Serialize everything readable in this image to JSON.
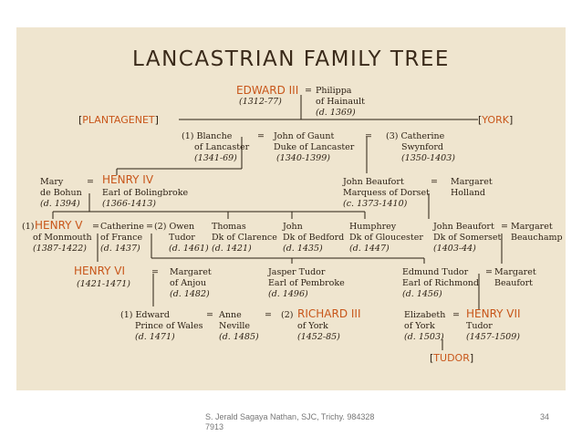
{
  "title": "LANCASTRIAN FAMILY TREE",
  "edward_iii": {
    "name": "EDWARD III",
    "dates": "(1312-77)"
  },
  "philippa": {
    "line1": "Philippa",
    "line2": "of Hainault",
    "dates": "(d. 1369)"
  },
  "plantagenet": {
    "open": "[",
    "name": "PLANTAGENET",
    "close": "]"
  },
  "york": {
    "open": "[",
    "name": "YORK",
    "close": "]"
  },
  "blanche": {
    "line1": "(1) Blanche",
    "line2": "of Lancaster",
    "dates": "(1341-69)"
  },
  "john_of_gaunt": {
    "line1": "John of Gaunt",
    "line2": "Duke of Lancaster",
    "dates": "(1340-1399)"
  },
  "catherine_swynford": {
    "line1": "(3) Catherine",
    "line2": "Swynford",
    "dates": "(1350-1403)"
  },
  "mary_de_bohun": {
    "line1": "Mary",
    "line2": "de Bohun",
    "dates": "(d. 1394)"
  },
  "henry_iv": {
    "name": "HENRY IV",
    "line2": "Earl of Bolingbroke",
    "dates": "(1366-1413)"
  },
  "john_beaufort_1": {
    "line1": "John Beaufort",
    "line2": "Marquess of Dorset",
    "dates": "(c. 1373-1410)"
  },
  "margaret_holland": {
    "line1": "Margaret",
    "line2": "Holland"
  },
  "henry_v": {
    "prefix": "(1)",
    "name": "HENRY V",
    "line2": "of Monmouth",
    "dates": "(1387-1422)"
  },
  "catherine_france": {
    "line1": "Catherine",
    "line2": "of France",
    "dates": "(d. 1437)"
  },
  "owen_tudor": {
    "line1": "(2) Owen",
    "line2": "Tudor",
    "dates": "(d. 1461)"
  },
  "thomas": {
    "line1": "Thomas",
    "line2": "Dk of Clarence",
    "dates": "(d. 1421)"
  },
  "john_bedford": {
    "line1": "John",
    "line2": "Dk of Bedford",
    "dates": "(d. 1435)"
  },
  "humphrey": {
    "line1": "Humphrey",
    "line2": "Dk of Gloucester",
    "dates": "(d. 1447)"
  },
  "john_beaufort_2": {
    "line1": "John Beaufort",
    "line2": "Dk of Somerset",
    "dates": "(1403-44)"
  },
  "margaret_beauchamp": {
    "line1": "Margaret",
    "line2": "Beauchamp"
  },
  "henry_vi": {
    "name": "HENRY VI",
    "dates": "(1421-1471)"
  },
  "margaret_anjou": {
    "line1": "Margaret",
    "line2": "of Anjou",
    "dates": "(d. 1482)"
  },
  "jasper_tudor": {
    "line1": "Jasper Tudor",
    "line2": "Earl of Pembroke",
    "dates": "(d. 1496)"
  },
  "edmund_tudor": {
    "line1": "Edmund Tudor",
    "line2": "Earl of Richmond",
    "dates": "(d. 1456)"
  },
  "margaret_beaufort": {
    "line1": "Margaret",
    "line2": "Beaufort"
  },
  "edward_prince": {
    "line1": "(1) Edward",
    "line2": "Prince of Wales",
    "dates": "(d. 1471)"
  },
  "anne_neville": {
    "line1": "Anne",
    "line2": "Neville",
    "dates": "(d. 1485)"
  },
  "richard_iii": {
    "prefix": "(2)",
    "name": "RICHARD III",
    "line2": "of York",
    "dates": "(1452-85)"
  },
  "elizabeth_york": {
    "line1": "Elizabeth",
    "line2": "of York",
    "dates": "(d. 1503)"
  },
  "henry_vii": {
    "name": "HENRY VII",
    "line2": "Tudor",
    "dates": "(1457-1509)"
  },
  "tudor": {
    "open": "[",
    "name": "TUDOR",
    "close": "]"
  },
  "equals": "=",
  "footer": {
    "credit": "S. Jerald Sagaya Nathan, SJC, Trichy. 984328 7913",
    "page": "34"
  }
}
